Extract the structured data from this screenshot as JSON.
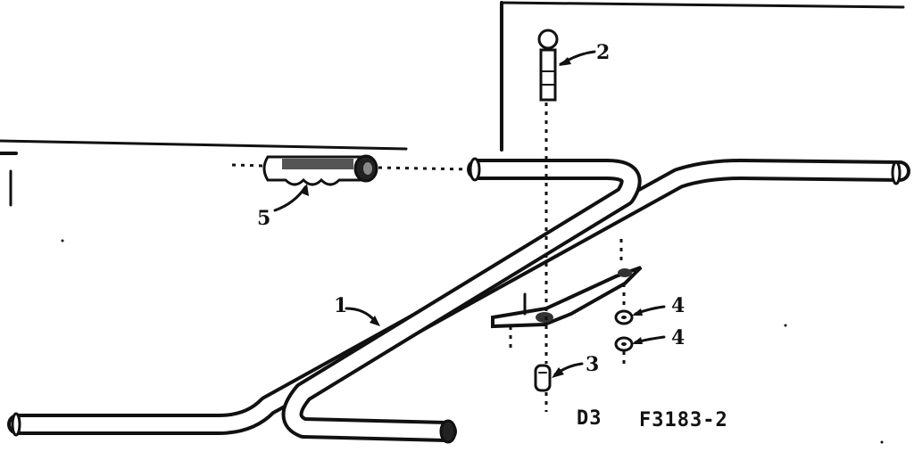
{
  "diagram": {
    "callouts": {
      "c1": "1",
      "c2": "2",
      "c3": "3",
      "c4a": "4",
      "c4b": "4",
      "c5": "5"
    },
    "footer": {
      "section": "D3",
      "figure": "F3183-2"
    }
  }
}
